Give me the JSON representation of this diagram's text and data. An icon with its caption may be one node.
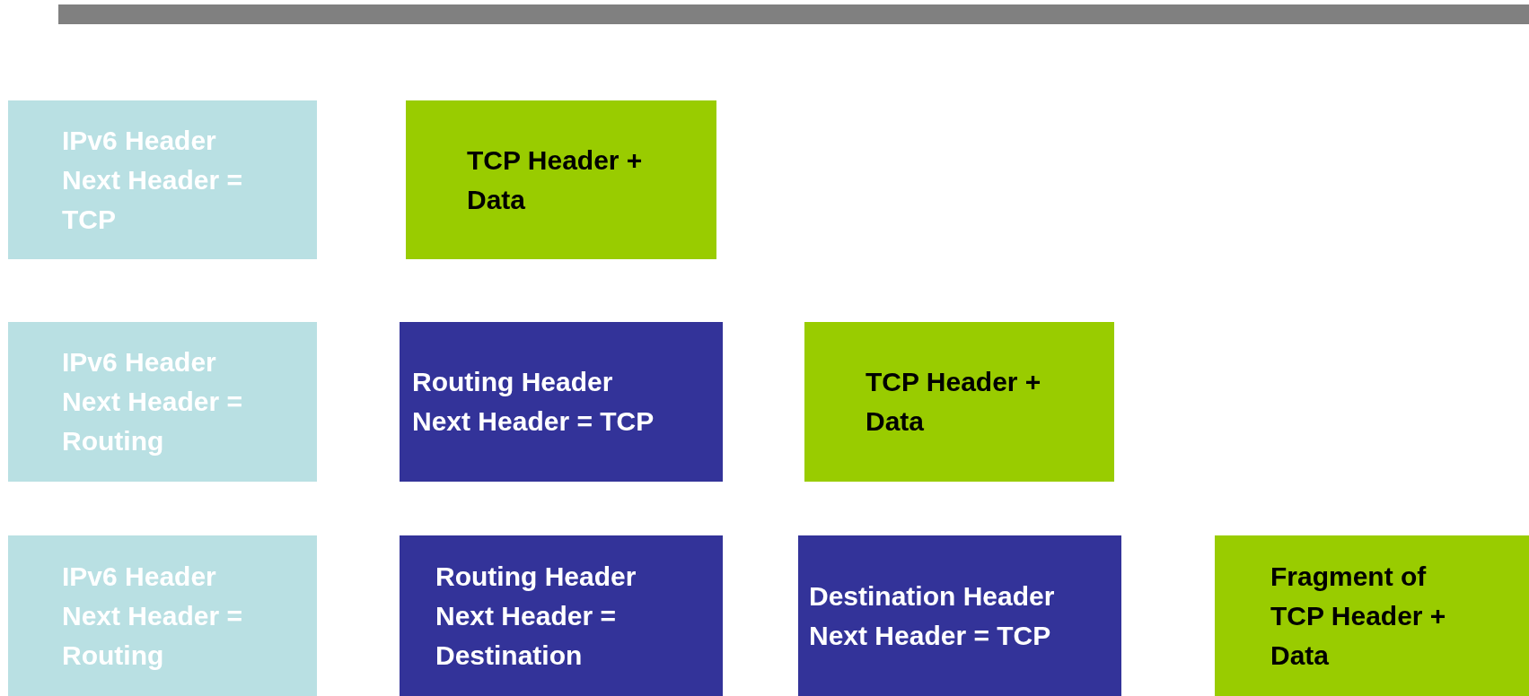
{
  "diagram": {
    "nodes": [
      {
        "text": [
          "IPv6 Header Next Header = TCP"
        ]
      },
      {
        "text": [
          "TCP Header + Data"
        ]
      },
      {
        "text": [
          "IPv6 Header Next Header = Routing"
        ]
      },
      {
        "text": [
          "Routing Header Next Header = TCP"
        ]
      },
      {
        "text": [
          "TCP Header + Data"
        ]
      },
      {
        "text": [
          "IPv6 Header Next Header = Routing"
        ]
      },
      {
        "text": [
          "Routing Header Next Header = Destination"
        ]
      },
      {
        "text": [
          "Destination Header Next Header = TCP"
        ]
      },
      {
        "text": [
          "Fragment of TCP Header + Data"
        ]
      }
    ]
  }
}
